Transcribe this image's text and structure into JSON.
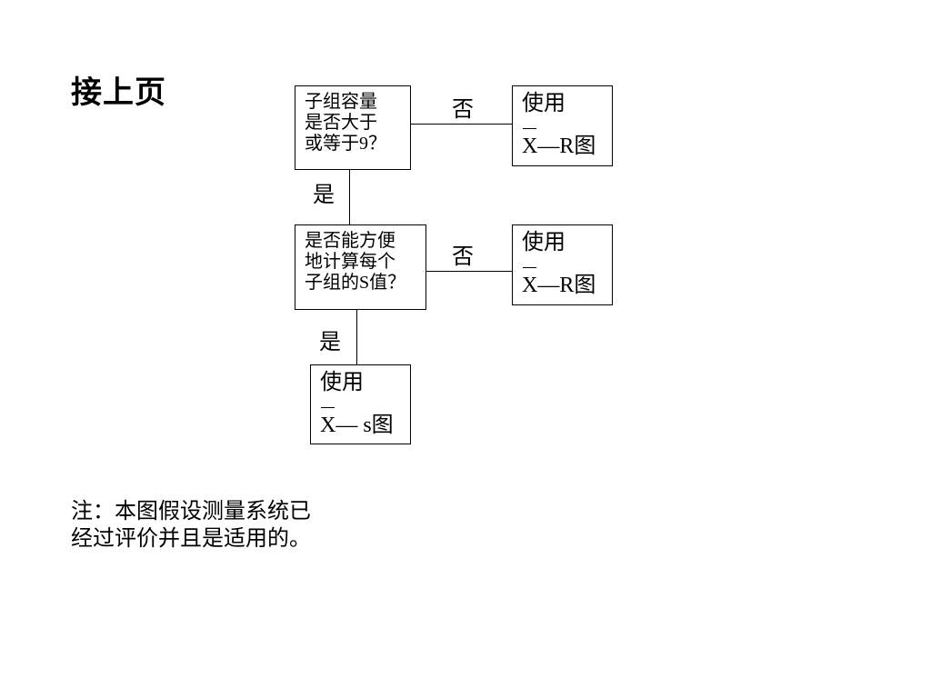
{
  "page": {
    "title": "接上页",
    "note": "注：本图假设测量系统已经过评价并且是适用的。"
  },
  "flowchart": {
    "q1": {
      "lines": [
        "子组容量",
        "是否大于",
        "或等于9？"
      ]
    },
    "q2": {
      "lines": [
        "是否能方便",
        "地计算每个",
        "子组的S值？"
      ]
    },
    "r1": {
      "top": "使用",
      "xbar": "X",
      "rest": "—R图"
    },
    "r2": {
      "top": "使用",
      "xbar": "X",
      "rest": "—R图"
    },
    "r3": {
      "top": "使用",
      "xbar": "X",
      "rest": "— s图"
    },
    "labels": {
      "q1_no": "否",
      "q1_yes": "是",
      "q2_no": "否",
      "q2_yes": "是"
    }
  }
}
